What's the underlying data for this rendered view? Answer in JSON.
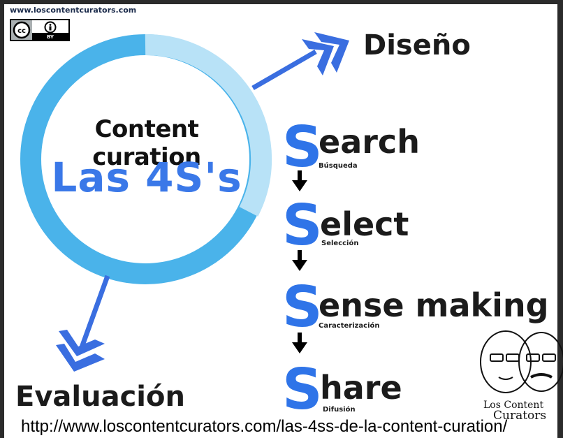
{
  "header": {
    "site_url": "www.loscontentcurators.com"
  },
  "license_badge": {
    "label": "BY"
  },
  "center": {
    "title": "Content curation",
    "subtitle": "Las 4S's"
  },
  "branches": {
    "top": "Diseño",
    "bottom": "Evaluación"
  },
  "steps": [
    {
      "initial": "S",
      "rest": "earch",
      "caption": "Búsqueda"
    },
    {
      "initial": "S",
      "rest": "elect",
      "caption": "Selección"
    },
    {
      "initial": "S",
      "rest": "ense making",
      "caption": "Caracterización"
    },
    {
      "initial": "S",
      "rest": "hare",
      "caption": "Difusión"
    }
  ],
  "logo": {
    "line1": "Los Content",
    "line2": "Curators"
  },
  "footer": {
    "url": "http://www.loscontentcurators.com/las-4ss-de-la-content-curation/"
  },
  "colors": {
    "ring_dark": "#4ab3ea",
    "ring_light": "#b8e2f7",
    "accent_blue": "#2f74e8",
    "arrow_blue": "#3a6ee0"
  }
}
